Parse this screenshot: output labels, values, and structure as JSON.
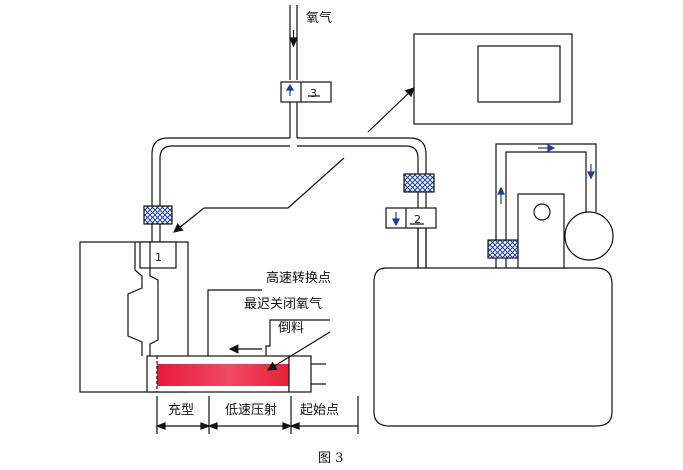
{
  "labels": {
    "oxygen": "氧气",
    "high_speed_point": "高速转换点",
    "latest_close_oxygen": "最迟关闭氧气",
    "pour": "倒料",
    "fill": "充型",
    "low_speed_inject": "低速压射",
    "start_point": "起始点"
  },
  "valves": {
    "v1": "1",
    "v2": "2",
    "v3": "3"
  },
  "caption": "图 3",
  "colors": {
    "line": "#111111",
    "flow_arrow": "#1a3f9e",
    "filter_mesh": "#1a3f9e",
    "molten_metal": "#e8203a",
    "panel_fill": "#ffffff"
  }
}
